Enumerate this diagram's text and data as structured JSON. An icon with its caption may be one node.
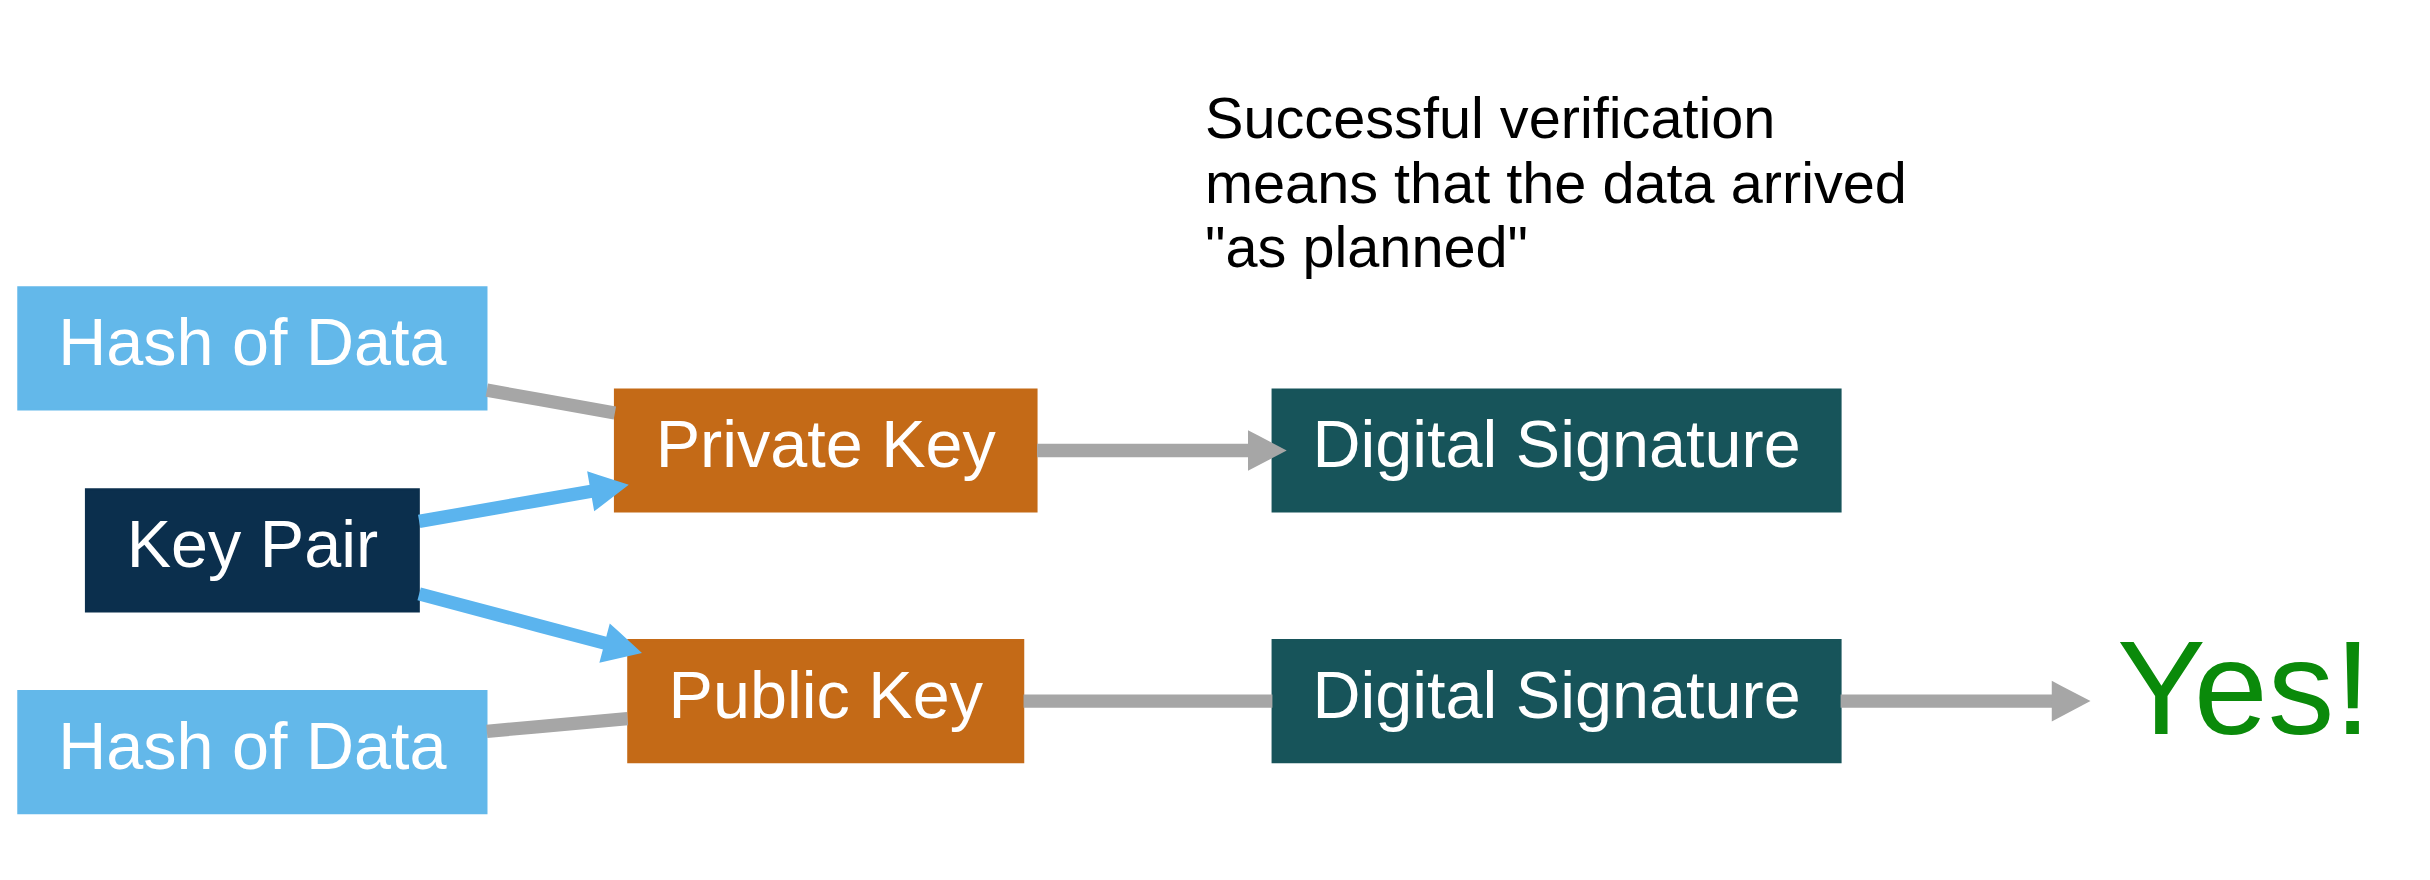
{
  "diagram": {
    "nodes": [
      {
        "text": [
          "Hash of Data"
        ]
      },
      {
        "text": [
          "Private Key"
        ]
      },
      {
        "text": [
          "Digital Signature"
        ]
      },
      {
        "text": [
          "Key Pair"
        ]
      },
      {
        "text": [
          "Hash of Data"
        ]
      },
      {
        "text": [
          "Public Key"
        ]
      },
      {
        "text": [
          "Digital Signature"
        ]
      },
      {
        "text": [
          "Yes!"
        ]
      }
    ],
    "edges": [
      {
        "from": 0,
        "to": 1,
        "arrow": "none"
      },
      {
        "from": 1,
        "to": 2,
        "arrow": "to"
      },
      {
        "from": 3,
        "to": 1,
        "arrow": "to",
        "color": "#5bb4ee"
      },
      {
        "from": 3,
        "to": 5,
        "arrow": "to",
        "color": "#5bb4ee"
      },
      {
        "from": 4,
        "to": 5,
        "arrow": "none"
      },
      {
        "from": 5,
        "to": 6,
        "arrow": "none"
      },
      {
        "from": 6,
        "to": 7,
        "arrow": "to"
      }
    ],
    "labels": [
      "Successful verification means that the data arrived \"as planned\""
    ]
  }
}
